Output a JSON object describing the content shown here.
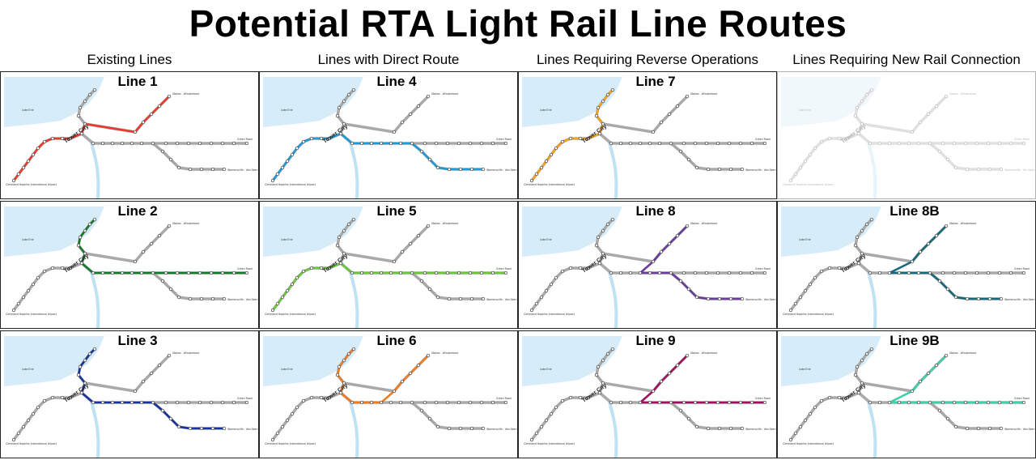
{
  "title": "Potential RTA Light Rail Line Routes",
  "columns": [
    "Existing Lines",
    "Lines with Direct Route",
    "Lines Requiring Reverse Operations",
    "Lines Requiring New Rail Connection"
  ],
  "map_labels": {
    "tower_city": "Tower City",
    "airport": "Cleveland Hopkins International Airport",
    "shaker_n": "Stokes - Windermere",
    "shaker_s": "Warrensville - Van Aken",
    "green_road": "Green Road",
    "lake": "Lake Erie"
  },
  "panels": [
    {
      "name": "Line 1",
      "color": "#e63b2e",
      "route": "red"
    },
    {
      "name": "Line 4",
      "color": "#1f9ad6",
      "route": "red_to_vanaken"
    },
    {
      "name": "Line 7",
      "color": "#f2a21b",
      "route": "airport_to_stokes"
    },
    {
      "name": "Line 2",
      "color": "#137a2c",
      "route": "stokes_to_green"
    },
    {
      "name": "Line 5",
      "color": "#6bc63a",
      "route": "airport_to_green"
    },
    {
      "name": "Line 8",
      "color": "#6a3c9c",
      "route": "stokes_to_vanaken"
    },
    {
      "name": "Line 8B",
      "color": "#16697a",
      "route": "stokes_to_vanaken_direct"
    },
    {
      "name": "Line 3",
      "color": "#17339c",
      "route": "stokes_to_vanaken_via_tc"
    },
    {
      "name": "Line 6",
      "color": "#f07c22",
      "route": "stokes_loop"
    },
    {
      "name": "Line 9",
      "color": "#a11160",
      "route": "stokes_to_green_via_tc"
    },
    {
      "name": "Line 9B",
      "color": "#3fcfa9",
      "route": "stokes_to_green_direct"
    }
  ]
}
